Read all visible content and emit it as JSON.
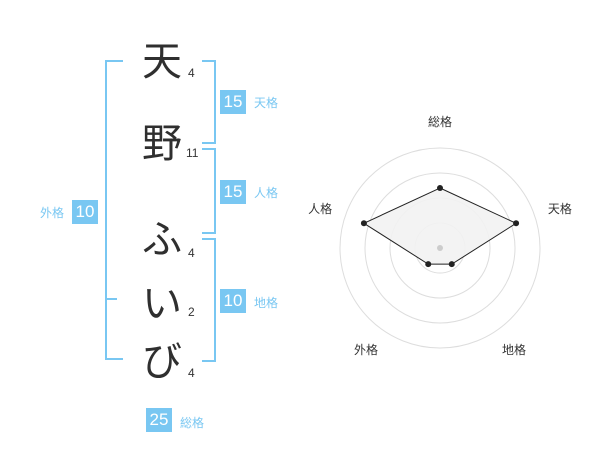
{
  "colors": {
    "accent": "#79c7f2",
    "accent_text": "#79c7f2",
    "ring": "#dddddd",
    "fill": "#f2f2f2",
    "polygon_stroke": "#222222",
    "center_dot": "#cccccc"
  },
  "name": {
    "characters": [
      {
        "char": "天",
        "strokes": "4"
      },
      {
        "char": "野",
        "strokes": "11"
      },
      {
        "char": "ふ",
        "strokes": "4"
      },
      {
        "char": "い",
        "strokes": "2"
      },
      {
        "char": "び",
        "strokes": "4"
      }
    ]
  },
  "fortune": {
    "tenkaku": {
      "value": "15",
      "label": "天格"
    },
    "jinkaku": {
      "value": "15",
      "label": "人格"
    },
    "chikaku": {
      "value": "10",
      "label": "地格"
    },
    "gaikaku": {
      "value": "10",
      "label": "外格"
    },
    "soukaku": {
      "value": "25",
      "label": "総格"
    }
  },
  "chart_data": {
    "type": "radar",
    "axes": [
      "総格",
      "天格",
      "地格",
      "外格",
      "人格"
    ],
    "values": [
      3,
      4,
      1,
      1,
      4
    ],
    "max": 5,
    "rings": 4
  }
}
